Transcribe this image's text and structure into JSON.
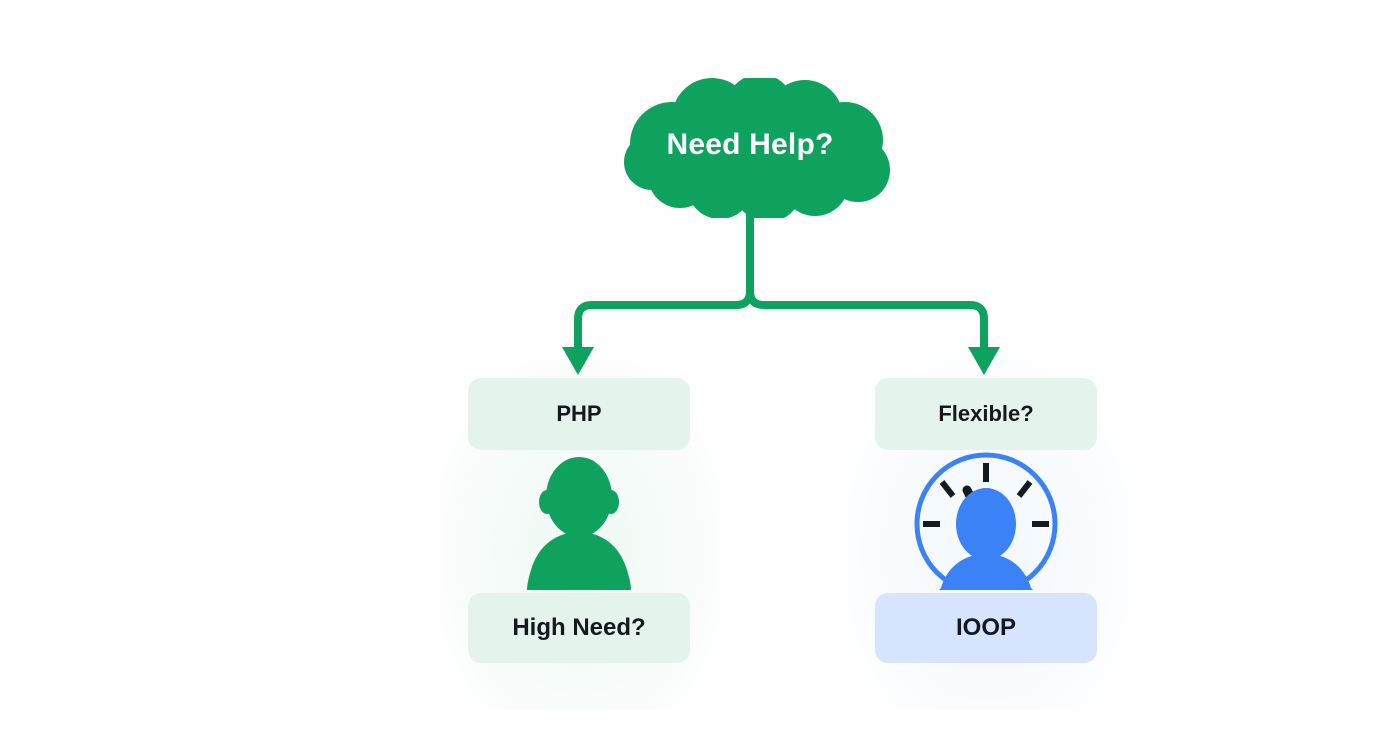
{
  "diagram": {
    "title": "Need Help?",
    "root": {
      "label": "Need Help?",
      "shape": "cloud",
      "color": "#0fa25e",
      "text_color": "#ffffff"
    },
    "connector": {
      "color": "#0fa25e",
      "style": "elbow-split-two-arrows"
    },
    "branches": [
      {
        "id": "left",
        "top_node": {
          "label": "PHP",
          "background": "#e4f4ec",
          "text_color": "#15191e"
        },
        "icon": {
          "name": "person-silhouette-icon",
          "color": "#0fa25e"
        },
        "bottom_node": {
          "label": "High Need?",
          "background": "#e4f4ec",
          "text_color": "#15191e"
        }
      },
      {
        "id": "right",
        "top_node": {
          "label": "Flexible?",
          "background": "#e4f4ec",
          "text_color": "#15191e"
        },
        "icon": {
          "name": "gauge-person-icon",
          "ring_color": "#3b82f6",
          "person_color": "#3b82f6",
          "tick_color": "#141a22",
          "ticks": 5,
          "needle": "up-left"
        },
        "bottom_node": {
          "label": "IOOP",
          "background": "#d6e4fd",
          "text_color": "#15191e"
        }
      }
    ]
  },
  "palette": {
    "background": "#fefefe",
    "green": "#0fa25e",
    "mint": "#e4f4ec",
    "blue": "#3b82f6",
    "light_blue": "#d6e4fd",
    "text": "#15191e"
  }
}
